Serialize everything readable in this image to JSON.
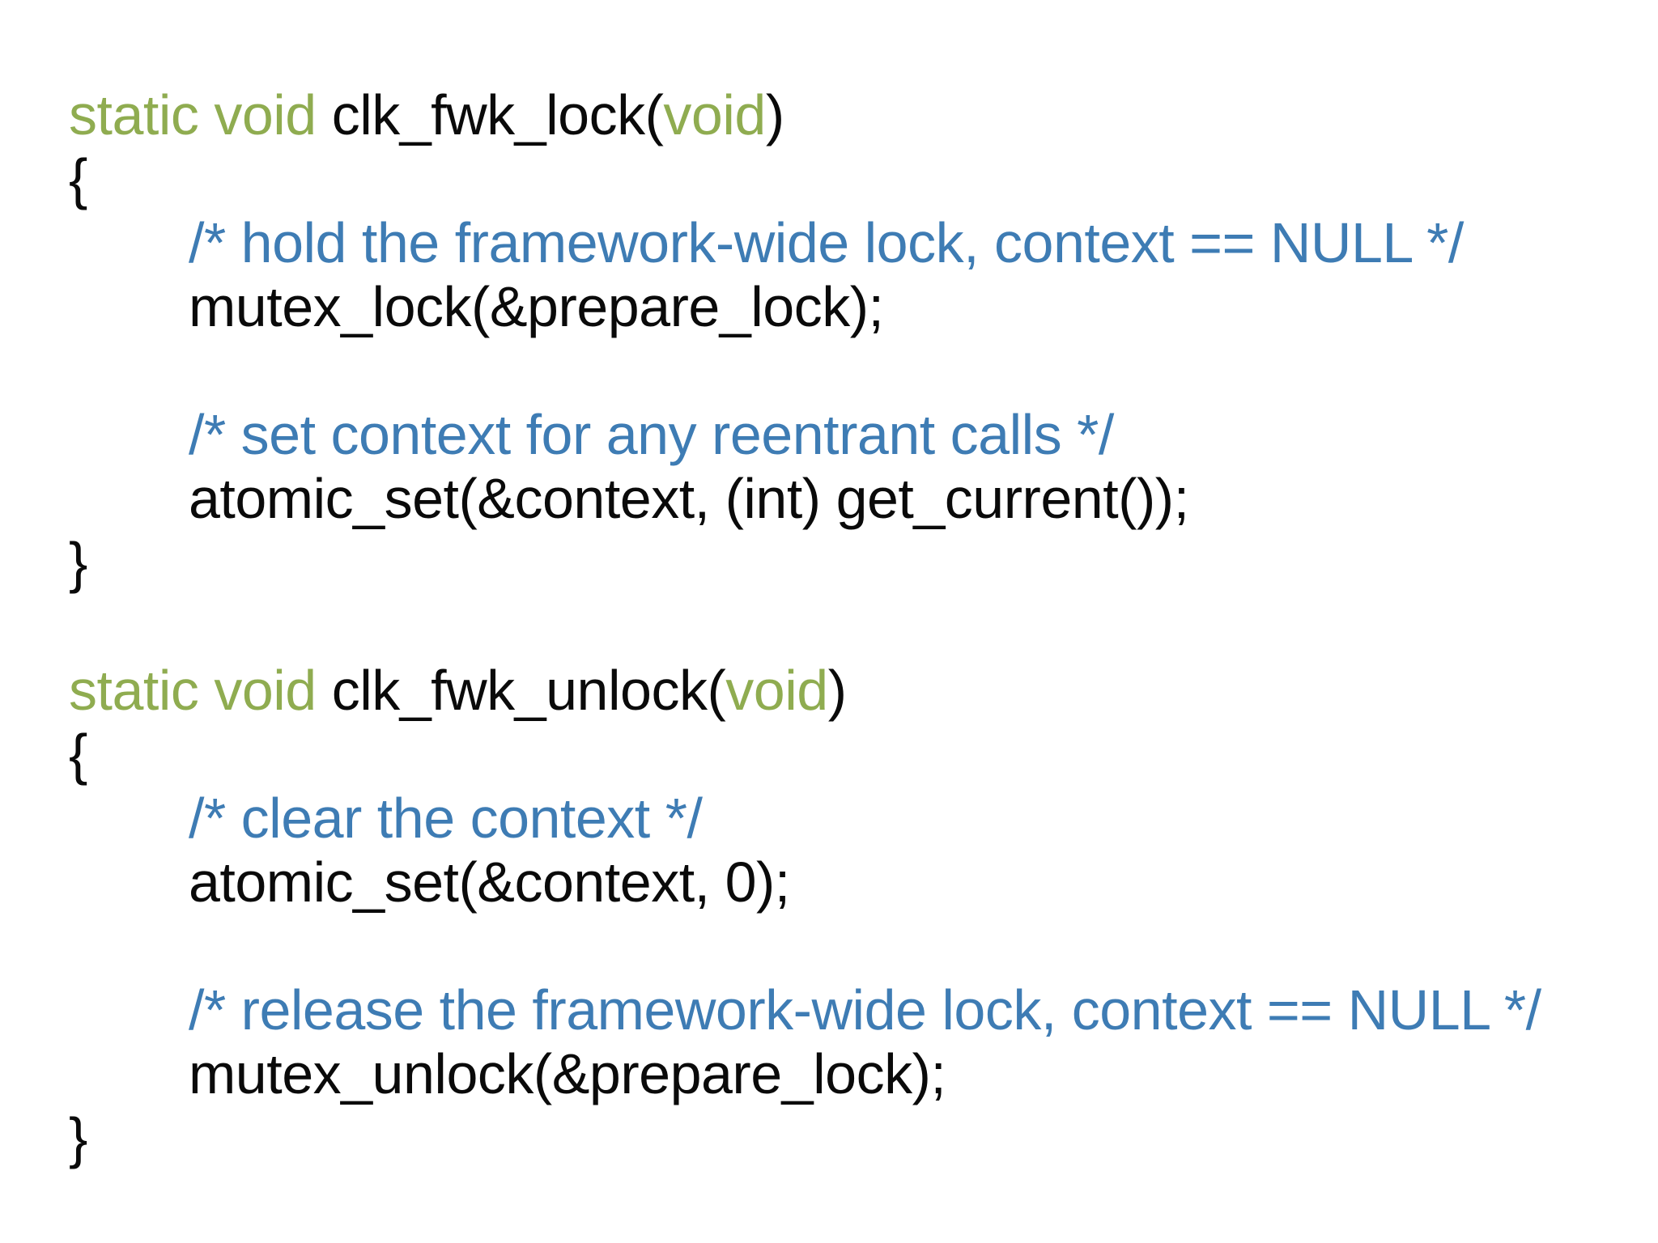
{
  "page": {
    "background": "#ffffff"
  },
  "colors": {
    "keyword": "#8fac50",
    "code": "#0a0a0a",
    "comment": "#3e7cb4"
  },
  "code_block": {
    "language": "c",
    "lines": [
      {
        "indent": 0,
        "segments": [
          {
            "text": "static void ",
            "color": "keyword"
          },
          {
            "text": "clk_fwk_lock(",
            "color": "code"
          },
          {
            "text": "void",
            "color": "keyword"
          },
          {
            "text": ")",
            "color": "code"
          }
        ]
      },
      {
        "indent": 0,
        "segments": [
          {
            "text": "{",
            "color": "code"
          }
        ]
      },
      {
        "indent": 1,
        "segments": [
          {
            "text": "/* hold the framework-wide lock, context == NULL */",
            "color": "comment"
          }
        ]
      },
      {
        "indent": 1,
        "segments": [
          {
            "text": "mutex_lock(&prepare_lock);",
            "color": "code"
          }
        ]
      },
      {
        "indent": 0,
        "segments": []
      },
      {
        "indent": 1,
        "segments": [
          {
            "text": "/* set context for any reentrant calls */",
            "color": "comment"
          }
        ]
      },
      {
        "indent": 1,
        "segments": [
          {
            "text": "atomic_set(&context, (int) get_current());",
            "color": "code"
          }
        ]
      },
      {
        "indent": 0,
        "segments": [
          {
            "text": "}",
            "color": "code"
          }
        ]
      },
      {
        "indent": 0,
        "segments": []
      },
      {
        "indent": 0,
        "segments": [
          {
            "text": "static void ",
            "color": "keyword"
          },
          {
            "text": "clk_fwk_unlock(",
            "color": "code"
          },
          {
            "text": "void",
            "color": "keyword"
          },
          {
            "text": ")",
            "color": "code"
          }
        ]
      },
      {
        "indent": 0,
        "segments": [
          {
            "text": "{",
            "color": "code"
          }
        ]
      },
      {
        "indent": 1,
        "segments": [
          {
            "text": "/* clear the context */",
            "color": "comment"
          }
        ]
      },
      {
        "indent": 1,
        "segments": [
          {
            "text": "atomic_set(&context, 0);",
            "color": "code"
          }
        ]
      },
      {
        "indent": 0,
        "segments": []
      },
      {
        "indent": 1,
        "segments": [
          {
            "text": "/* release the framework-wide lock, context == NULL */",
            "color": "comment"
          }
        ]
      },
      {
        "indent": 1,
        "segments": [
          {
            "text": "mutex_unlock(&prepare_lock);",
            "color": "code"
          }
        ]
      },
      {
        "indent": 0,
        "segments": [
          {
            "text": "}",
            "color": "code"
          }
        ]
      }
    ]
  }
}
